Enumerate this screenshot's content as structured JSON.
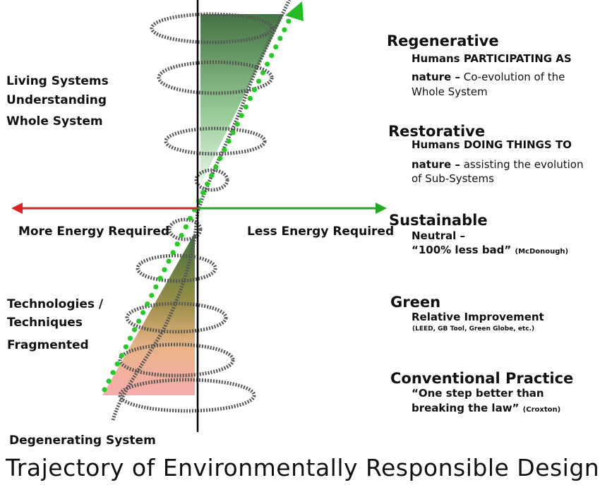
{
  "left_labels": {
    "living": [
      "Living Systems",
      "Understanding",
      "Whole System"
    ],
    "more_energy": "More Energy Required",
    "tech": [
      "Technologies /",
      "Techniques",
      "Fragmented"
    ],
    "degenerating": "Degenerating System"
  },
  "axis": {
    "less_energy": "Less Energy Required"
  },
  "stages": {
    "regenerative": {
      "title": "Regenerative",
      "line1": "Humans PARTICIPATING AS",
      "line2_bold": "nature –",
      "line2_rest": " Co-evolution of the",
      "line3": "Whole System"
    },
    "restorative": {
      "title": "Restorative",
      "line1": "Humans DOING THINGS TO",
      "line2_bold": "nature –",
      "line2_rest": " assisting the evolution",
      "line3": "of Sub-Systems"
    },
    "sustainable": {
      "title": "Sustainable",
      "line1": "Neutral –",
      "line2": "“100% less bad”",
      "note": "(McDonough)"
    },
    "green": {
      "title": "Green",
      "line1": "Relative Improvement",
      "note": "(LEED, GB Tool, Green Globe, etc.)"
    },
    "conventional": {
      "title": "Conventional Practice",
      "line1": "“One step better than",
      "line2": "breaking the law”",
      "note": "(Croxton)"
    }
  },
  "title": "Trajectory of Environmentally Responsible Design",
  "colors": {
    "red_arrow": "#dd2222",
    "green_arrow": "#22aa22",
    "dots": "#22cc22",
    "upper_triangle_top": "#3a6b3a",
    "upper_triangle_bottom": "#d8f0d8",
    "lower_triangle_top": "#2f6a2f",
    "lower_triangle_bottom": "#f4a8a8"
  }
}
